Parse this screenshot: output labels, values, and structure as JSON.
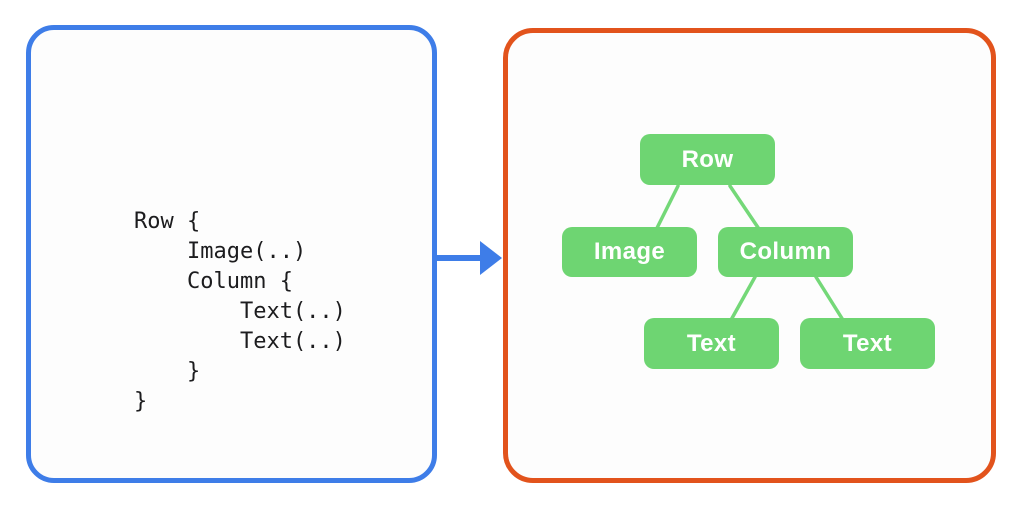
{
  "code_panel": {
    "border_color": "#3E7DE8",
    "code_lines": [
      "Row {",
      "    Image(..)",
      "    Column {",
      "        Text(..)",
      "        Text(..)",
      "    }",
      "}"
    ]
  },
  "arrow": {
    "direction": "right",
    "color": "#3E7DE8"
  },
  "tree_panel": {
    "border_color": "#E2531C",
    "node_fill_color": "#6ED572",
    "node_text_color": "#FFFFFF",
    "edge_color": "#74D878",
    "nodes": [
      {
        "label": "Row"
      },
      {
        "label": "Image"
      },
      {
        "label": "Column"
      },
      {
        "label": "Text"
      },
      {
        "label": "Text"
      }
    ],
    "edges": [
      {
        "from": "Row",
        "to": "Image"
      },
      {
        "from": "Row",
        "to": "Column"
      },
      {
        "from": "Column",
        "to": "Text"
      },
      {
        "from": "Column",
        "to": "Text"
      }
    ]
  }
}
